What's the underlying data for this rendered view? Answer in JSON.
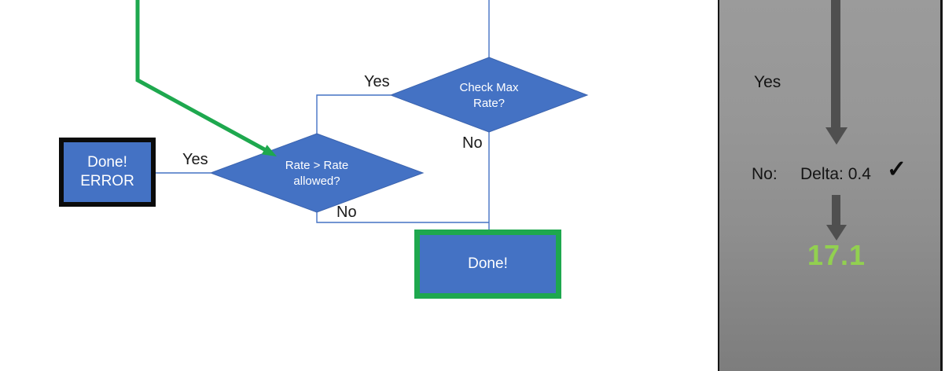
{
  "flowchart": {
    "decisions": {
      "check_max": {
        "line1": "Check Max",
        "line2": "Rate?",
        "yes": "Yes",
        "no": "No"
      },
      "rate_allowed": {
        "line1": "Rate > Rate",
        "line2": "allowed?",
        "yes": "Yes",
        "no": "No"
      }
    },
    "terminals": {
      "done_error": {
        "line1": "Done!",
        "line2": "ERROR"
      },
      "done": {
        "label": "Done!"
      }
    }
  },
  "side_panel": {
    "yes_label": "Yes",
    "no_label": "No:",
    "delta_value": "Delta: 0.4",
    "check_mark": "✓",
    "result_value": "17.1"
  },
  "colors": {
    "shape_blue": "#4472C4",
    "flow_green": "#1EA84E",
    "result_green": "#92D050",
    "arrow_gray": "#4F4F4F",
    "panel_gray_top": "#9B9B9B",
    "panel_gray_bottom": "#7D7D7D"
  }
}
